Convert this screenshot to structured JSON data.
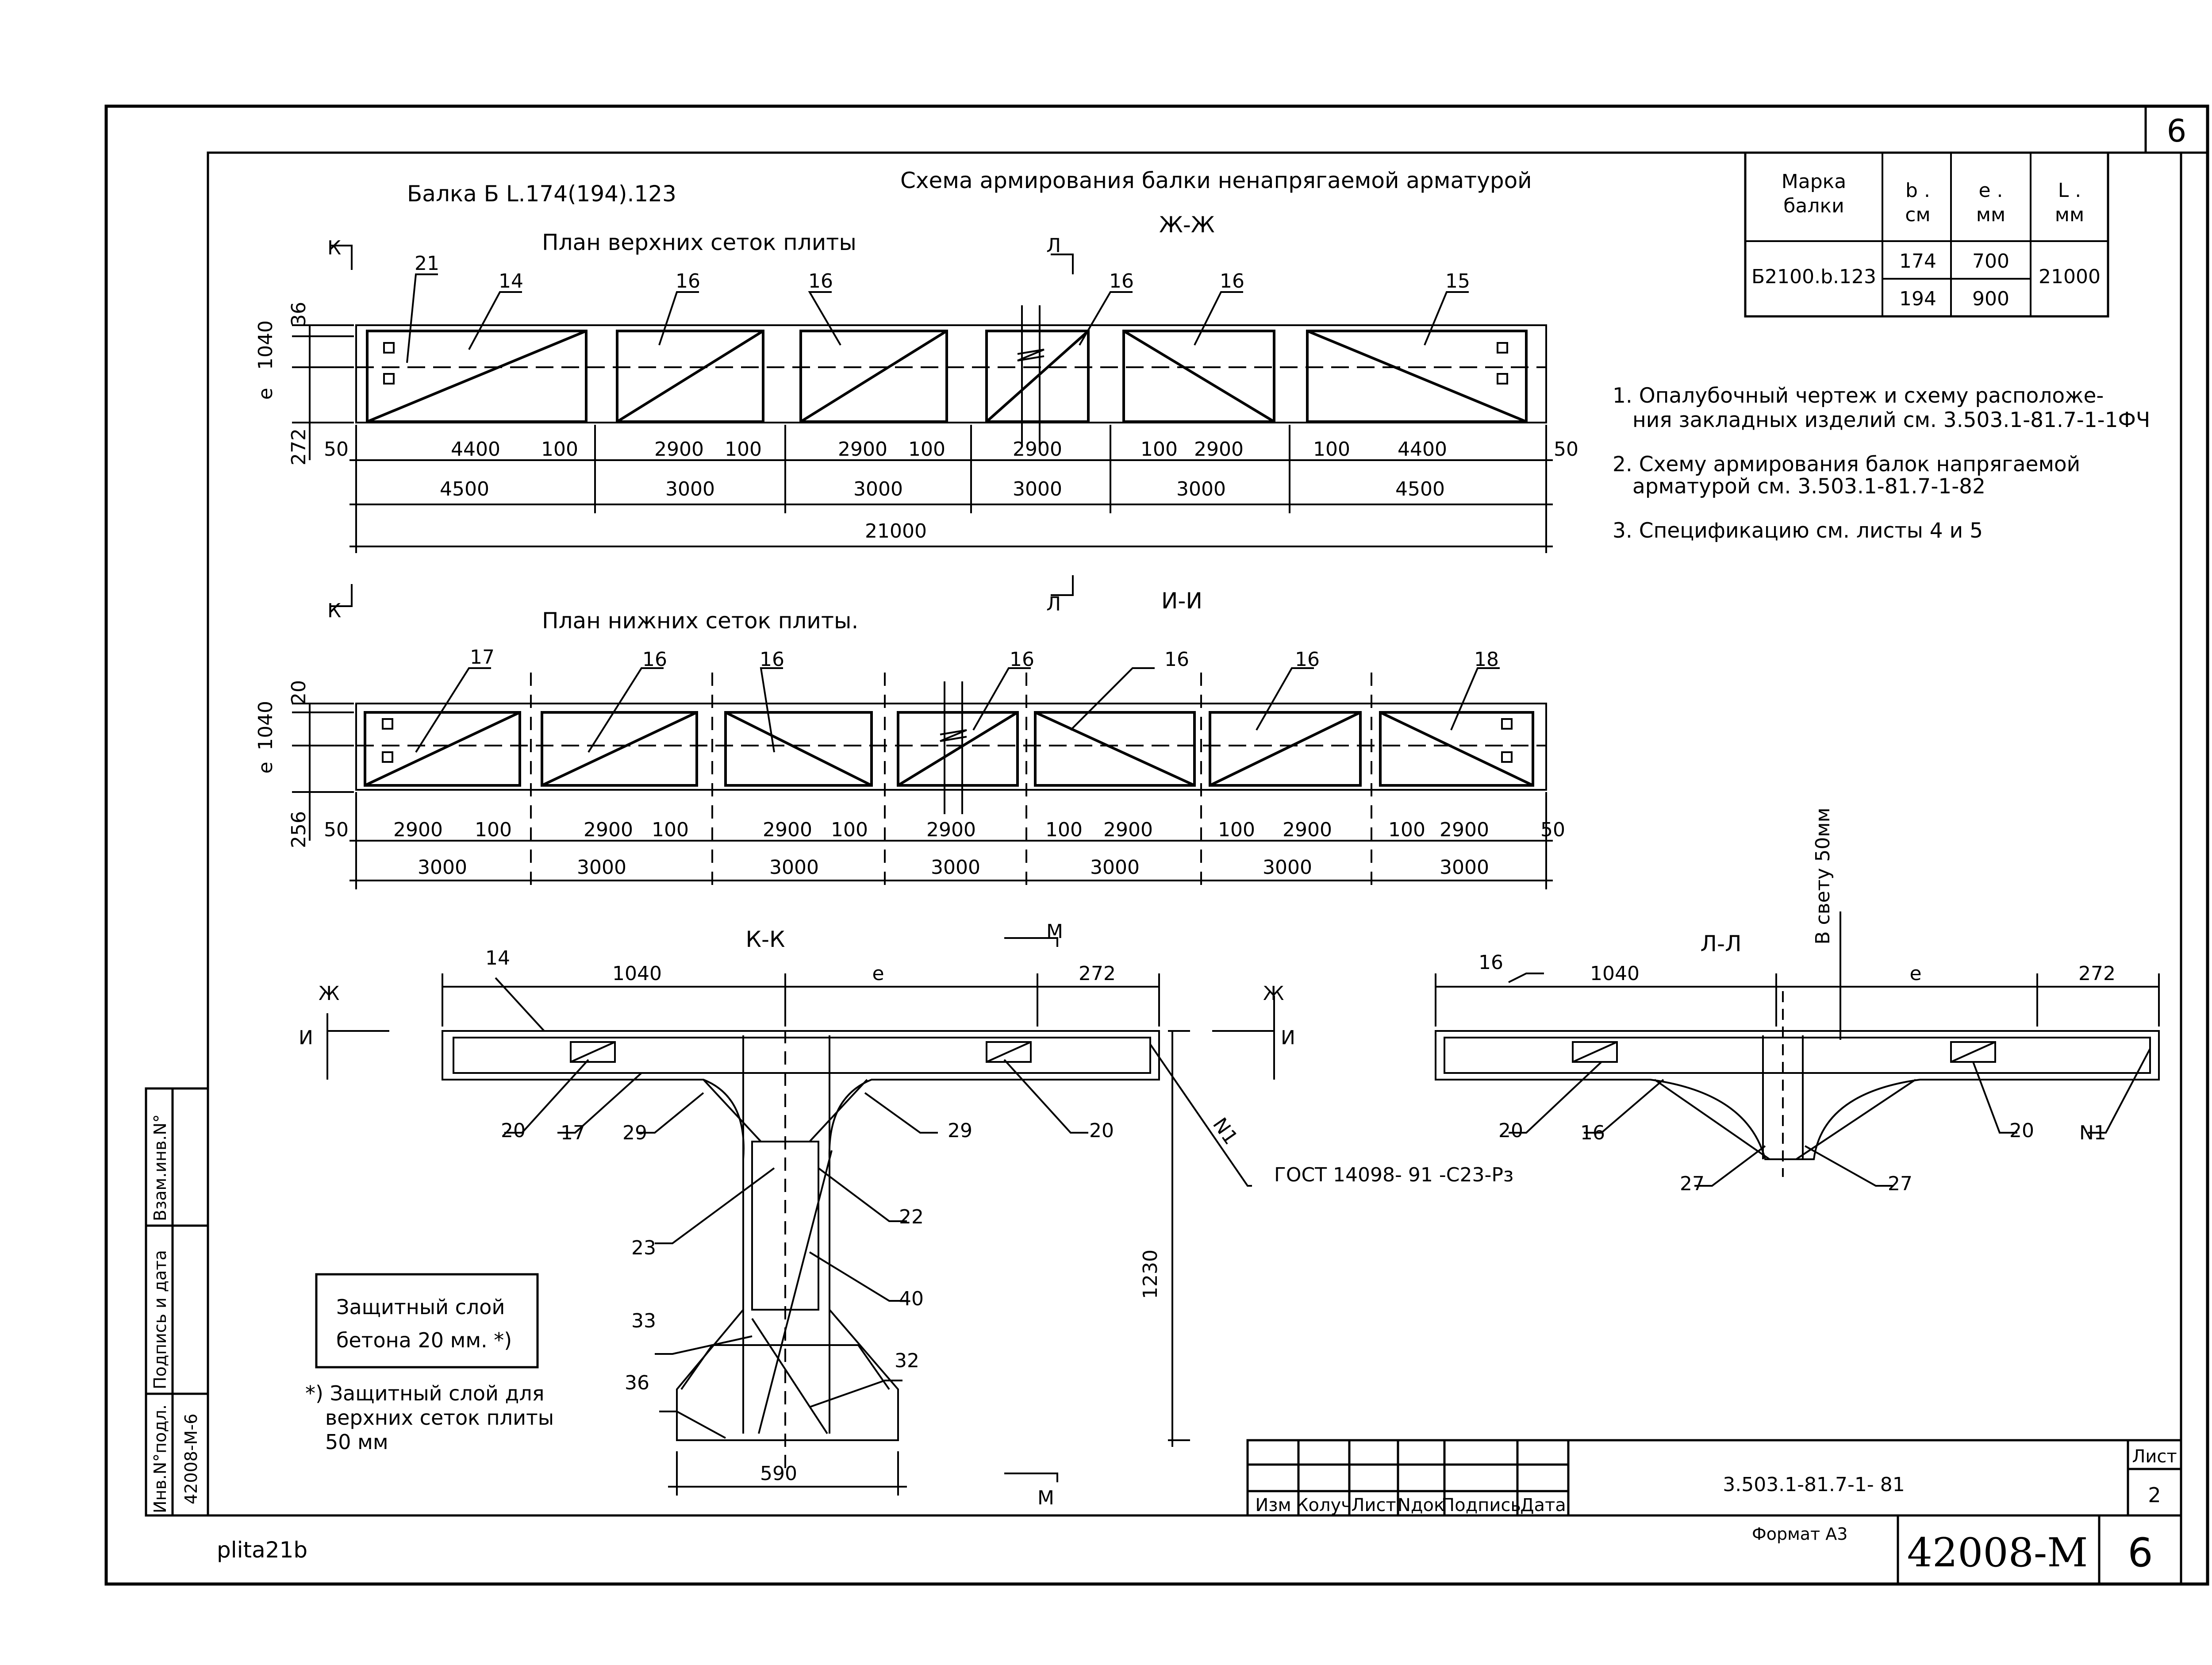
{
  "sheet_corner_number": "6",
  "title_left": "Балка Б L.174(194).123",
  "title_main": "Схема армирования балки ненапрягаемой арматурой",
  "plan_top_title": "План верхних сеток плиты",
  "plan_bottom_title": "План нижних сеток плиты.",
  "section_zh": "Ж-Ж",
  "section_i": "И-И",
  "section_kk": "К-К",
  "section_ll": "Л-Л",
  "marks": {
    "K": "К",
    "L": "Л",
    "M": "М",
    "Zh": "Ж",
    "I": "И",
    "N1": "N1"
  },
  "table": {
    "headers": [
      "Марка\nбалки",
      "b ,\nсм",
      "e ,\nмм",
      "L ,\nмм"
    ],
    "h1a": "Марка",
    "h1b": "балки",
    "h2a": "b .",
    "h2b": "см",
    "h3a": "e .",
    "h3b": "мм",
    "h4a": "L .",
    "h4b": "мм",
    "mark": "Б2100.b.123",
    "b1": "174",
    "e1": "700",
    "b2": "194",
    "e2": "900",
    "L": "21000"
  },
  "notes": {
    "n1a": "1. Опалубочный чертеж и схему расположе-",
    "n1b": "ния закладных изделий см. 3.503.1-81.7-1-1ФЧ",
    "n2a": "2. Схему армирования балок напрягаемой",
    "n2b": "арматурой см. 3.503.1-81.7-1-82",
    "n3": "3. Спецификацию см. листы 4 и 5"
  },
  "top_plan": {
    "pos_labels": [
      "14",
      "16",
      "16",
      "16",
      "16",
      "15",
      "21"
    ],
    "dims_row1": [
      "50",
      "4400",
      "100",
      "2900",
      "100",
      "2900",
      "100",
      "2900",
      "100",
      "2900",
      "100",
      "4400",
      "50"
    ],
    "dims_row2": [
      "4500",
      "3000",
      "3000",
      "3000",
      "3000",
      "4500"
    ],
    "total": "21000",
    "v_dims": [
      "36",
      "1040",
      "e",
      "272"
    ]
  },
  "bottom_plan": {
    "pos_labels": [
      "17",
      "16",
      "16",
      "16",
      "16",
      "16",
      "18"
    ],
    "dims_row1": [
      "50",
      "2900",
      "100",
      "2900",
      "100",
      "2900",
      "100",
      "2900",
      "100",
      "2900",
      "100",
      "2900",
      "100",
      "2900",
      "50"
    ],
    "dims_row2": [
      "3000",
      "3000",
      "3000",
      "3000",
      "3000",
      "3000",
      "3000"
    ],
    "v_dims": [
      "20",
      "1040",
      "e",
      "256"
    ]
  },
  "kk": {
    "d1040": "1040",
    "de": "e",
    "d272": "272",
    "d1230": "1230",
    "d590": "590",
    "labels": [
      "14",
      "20",
      "17",
      "29",
      "29",
      "20",
      "23",
      "22",
      "40",
      "33",
      "32",
      "36"
    ],
    "gost": "ГОСТ 14098- 91 -С23-Рз"
  },
  "ll": {
    "d1040": "1040",
    "de": "e",
    "d272": "272",
    "clear": "В свету 50мм",
    "labels": [
      "16",
      "20",
      "16",
      "27",
      "27",
      "20"
    ]
  },
  "cover_box": {
    "line1": "Защитный слой",
    "line2": "бетона 20 мм. *)"
  },
  "cover_note": {
    "l1": "*) Защитный слой для",
    "l2": "верхних сеток плиты",
    "l3": "50 мм"
  },
  "side_stamp": {
    "c1": "Инв.N°подл.",
    "c2": "Подпись и дата",
    "c3": "Взам.инв.N°",
    "v1": "42008-М-6"
  },
  "title_block": {
    "cols": [
      "Изм",
      "Колуч",
      "Лист",
      "Nдок",
      "Подпись",
      "Дата"
    ],
    "doc": "3.503.1-81.7-1- 81",
    "sheet_label": "Лист",
    "sheet_no": "2",
    "format": "Формат А3",
    "project": "42008-М",
    "page": "6"
  },
  "file_name": "plita21b"
}
